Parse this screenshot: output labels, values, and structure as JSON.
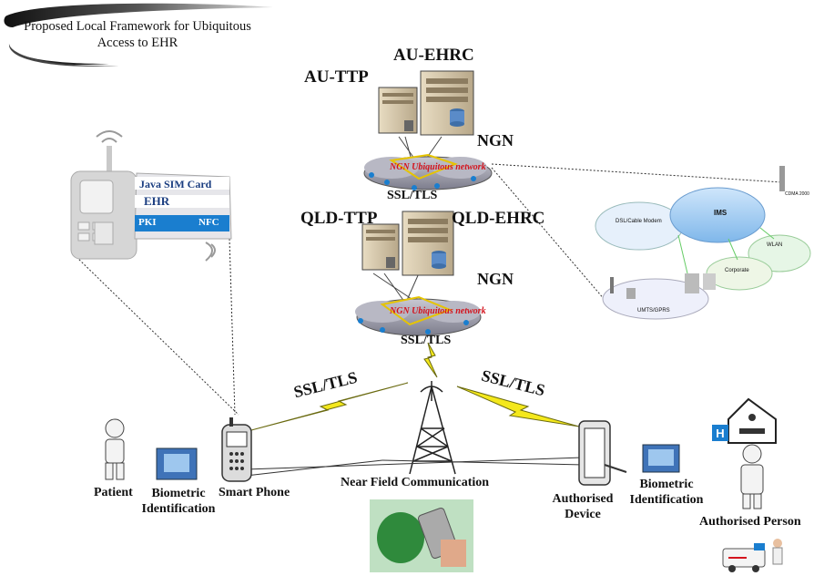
{
  "title": "Proposed Local Framework for Ubiquitous Access to EHR",
  "servers": {
    "au_ehrc": "AU-EHRC",
    "au_ttp": "AU-TTP",
    "qld_ttp": "QLD-TTP",
    "qld_ehrc": "QLD-EHRC"
  },
  "networks": {
    "ngn_label": "NGN",
    "ngn_cloud_text": "NGN Ubiquitous network"
  },
  "links": {
    "ssl_tls": "SSL/TLS"
  },
  "sim_card": {
    "title": "Java SIM Card",
    "ehr": "EHR",
    "pki": "PKI",
    "nfc": "NFC"
  },
  "nodes": {
    "patient": "Patient",
    "biometric_identification": "Biometric Identification",
    "biometric_line1": "Biometric",
    "biometric_line2": "Identification",
    "smart_phone": "Smart Phone",
    "near_field_communication": "Near Field Communication",
    "authorised_device_line1": "Authorised",
    "authorised_device_line2": "Device",
    "authorised_person": "Authorised Person"
  },
  "ngn_detail": {
    "dsl": "DSL/Cable Modem",
    "ims": "IMS",
    "wlan": "WLAN",
    "corporate": "Corporate",
    "umts": "UMTS/GPRS",
    "cdma": "CDMA 2000"
  },
  "colors": {
    "lightning": "#f4e81c",
    "lightning_stroke": "#6a6a10",
    "sim_blue": "#1a7ecf",
    "cloud_grey": "#9a9aa8",
    "net_red": "#d4141e"
  }
}
